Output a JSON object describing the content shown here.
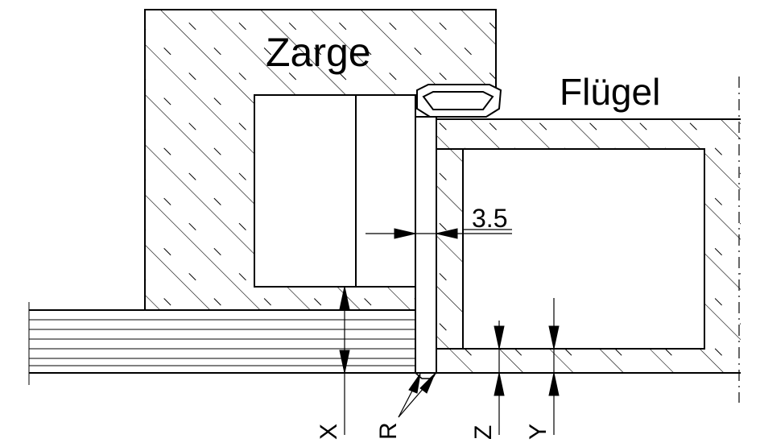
{
  "labels": {
    "frame": "Zarge",
    "sash": "Flügel",
    "gap_value": "3.5",
    "dim_x": "X",
    "dim_r": "R",
    "dim_z": "Z",
    "dim_y": "Y"
  },
  "colors": {
    "line": "#000000",
    "background": "#ffffff"
  }
}
